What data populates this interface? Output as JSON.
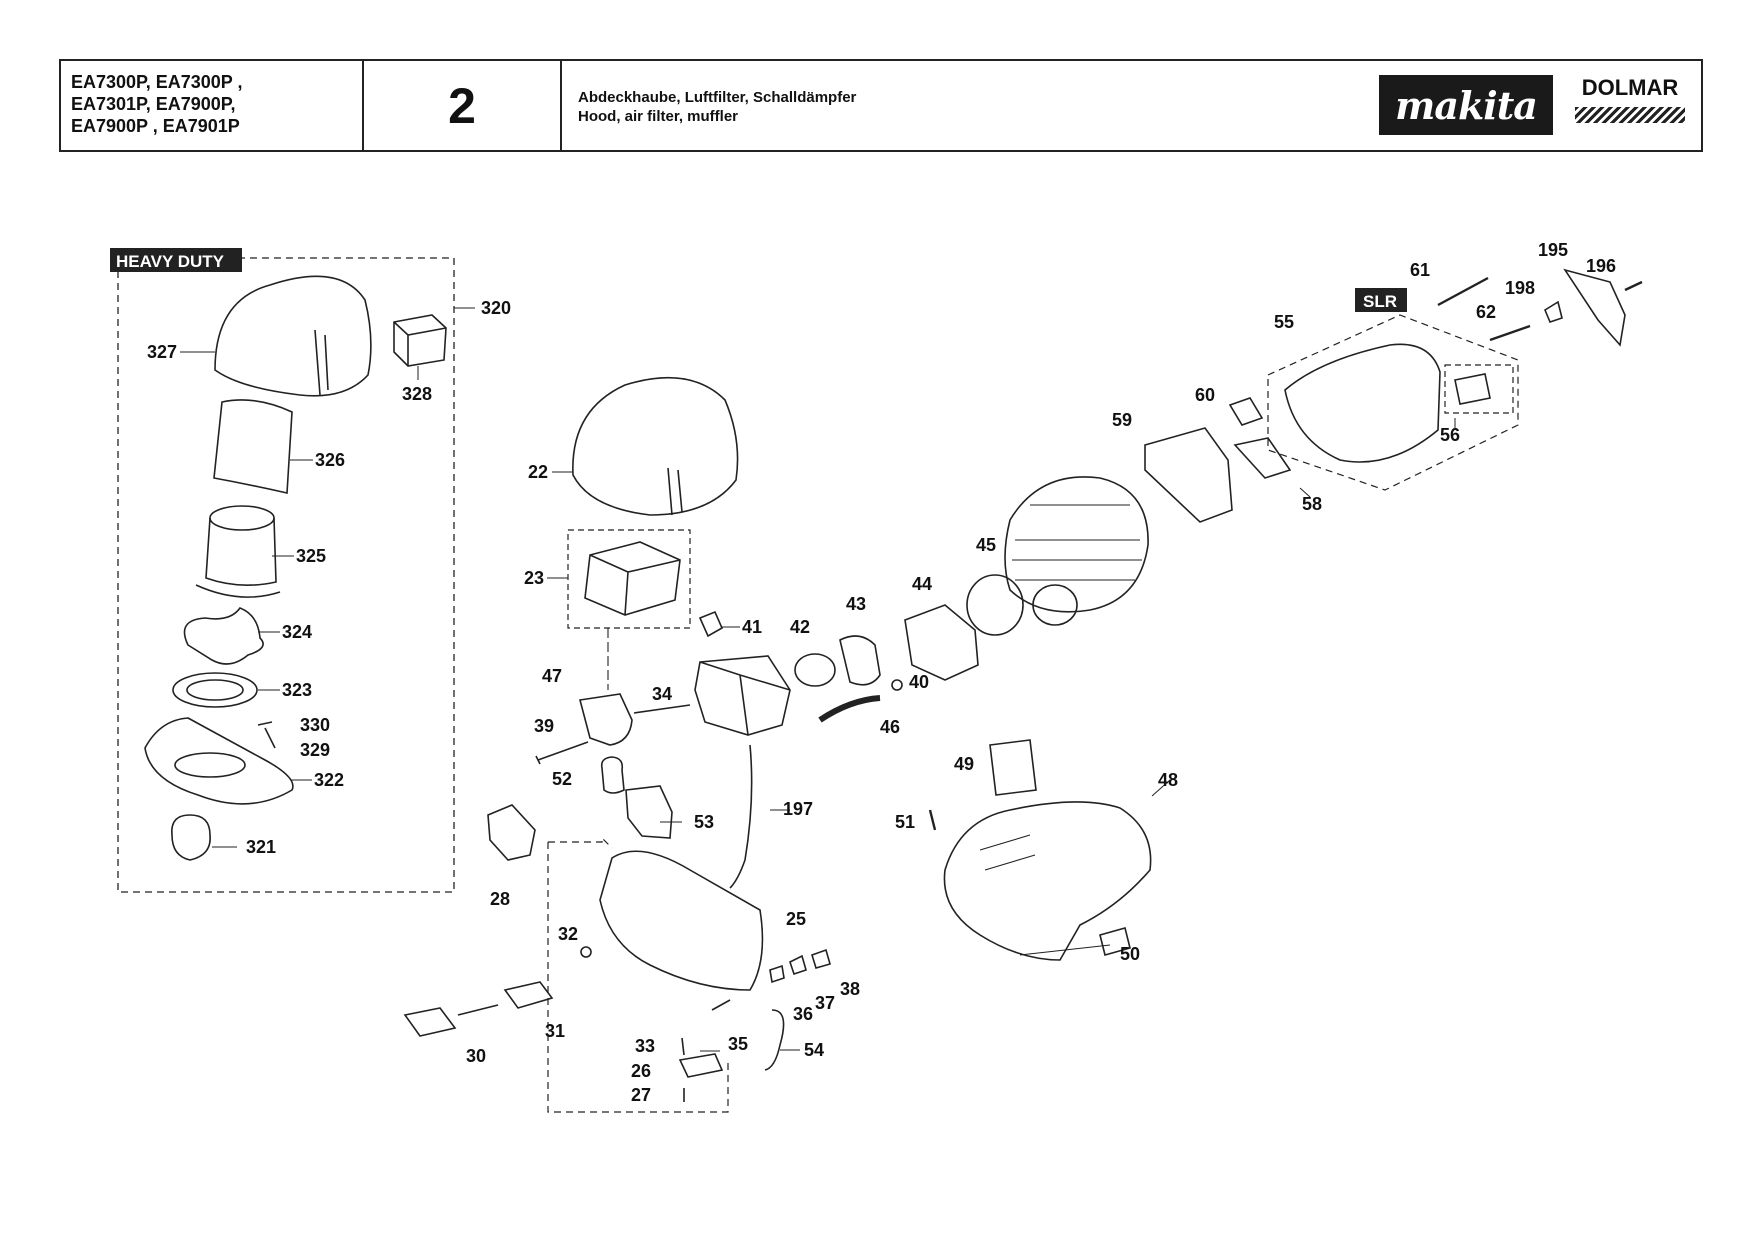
{
  "header": {
    "models": [
      "EA7300P, EA7300P ,",
      "EA7301P, EA7900P,",
      "EA7900P , EA7901P"
    ],
    "page_number": "2",
    "title_de": "Abdeckhaube, Luftfilter, Schalldämpfer",
    "title_en": "Hood, air filter, muffler",
    "brand_primary": "makita",
    "brand_secondary": "DOLMAR"
  },
  "tags": {
    "heavy_duty": "HEAVY DUTY",
    "slr": "SLR"
  },
  "parts": [
    {
      "id": "p22",
      "label": "22"
    },
    {
      "id": "p23",
      "label": "23"
    },
    {
      "id": "p25",
      "label": "25"
    },
    {
      "id": "p26",
      "label": "26"
    },
    {
      "id": "p27",
      "label": "27"
    },
    {
      "id": "p28",
      "label": "28"
    },
    {
      "id": "p30",
      "label": "30"
    },
    {
      "id": "p31",
      "label": "31"
    },
    {
      "id": "p32",
      "label": "32"
    },
    {
      "id": "p33",
      "label": "33"
    },
    {
      "id": "p34",
      "label": "34"
    },
    {
      "id": "p35",
      "label": "35"
    },
    {
      "id": "p36",
      "label": "36"
    },
    {
      "id": "p37",
      "label": "37"
    },
    {
      "id": "p38",
      "label": "38"
    },
    {
      "id": "p39",
      "label": "39"
    },
    {
      "id": "p40",
      "label": "40"
    },
    {
      "id": "p41",
      "label": "41"
    },
    {
      "id": "p42",
      "label": "42"
    },
    {
      "id": "p43",
      "label": "43"
    },
    {
      "id": "p44",
      "label": "44"
    },
    {
      "id": "p45",
      "label": "45"
    },
    {
      "id": "p46",
      "label": "46"
    },
    {
      "id": "p47",
      "label": "47"
    },
    {
      "id": "p48",
      "label": "48"
    },
    {
      "id": "p49",
      "label": "49"
    },
    {
      "id": "p50",
      "label": "50"
    },
    {
      "id": "p51",
      "label": "51"
    },
    {
      "id": "p52",
      "label": "52"
    },
    {
      "id": "p53",
      "label": "53"
    },
    {
      "id": "p54",
      "label": "54"
    },
    {
      "id": "p55",
      "label": "55"
    },
    {
      "id": "p56",
      "label": "56"
    },
    {
      "id": "p58",
      "label": "58"
    },
    {
      "id": "p59",
      "label": "59"
    },
    {
      "id": "p60",
      "label": "60"
    },
    {
      "id": "p61",
      "label": "61"
    },
    {
      "id": "p62",
      "label": "62"
    },
    {
      "id": "p195",
      "label": "195"
    },
    {
      "id": "p196",
      "label": "196"
    },
    {
      "id": "p197",
      "label": "197"
    },
    {
      "id": "p198",
      "label": "198"
    },
    {
      "id": "p320",
      "label": "320"
    },
    {
      "id": "p321",
      "label": "321"
    },
    {
      "id": "p322",
      "label": "322"
    },
    {
      "id": "p323",
      "label": "323"
    },
    {
      "id": "p324",
      "label": "324"
    },
    {
      "id": "p325",
      "label": "325"
    },
    {
      "id": "p326",
      "label": "326"
    },
    {
      "id": "p327",
      "label": "327"
    },
    {
      "id": "p328",
      "label": "328"
    },
    {
      "id": "p329",
      "label": "329"
    },
    {
      "id": "p330",
      "label": "330"
    }
  ]
}
